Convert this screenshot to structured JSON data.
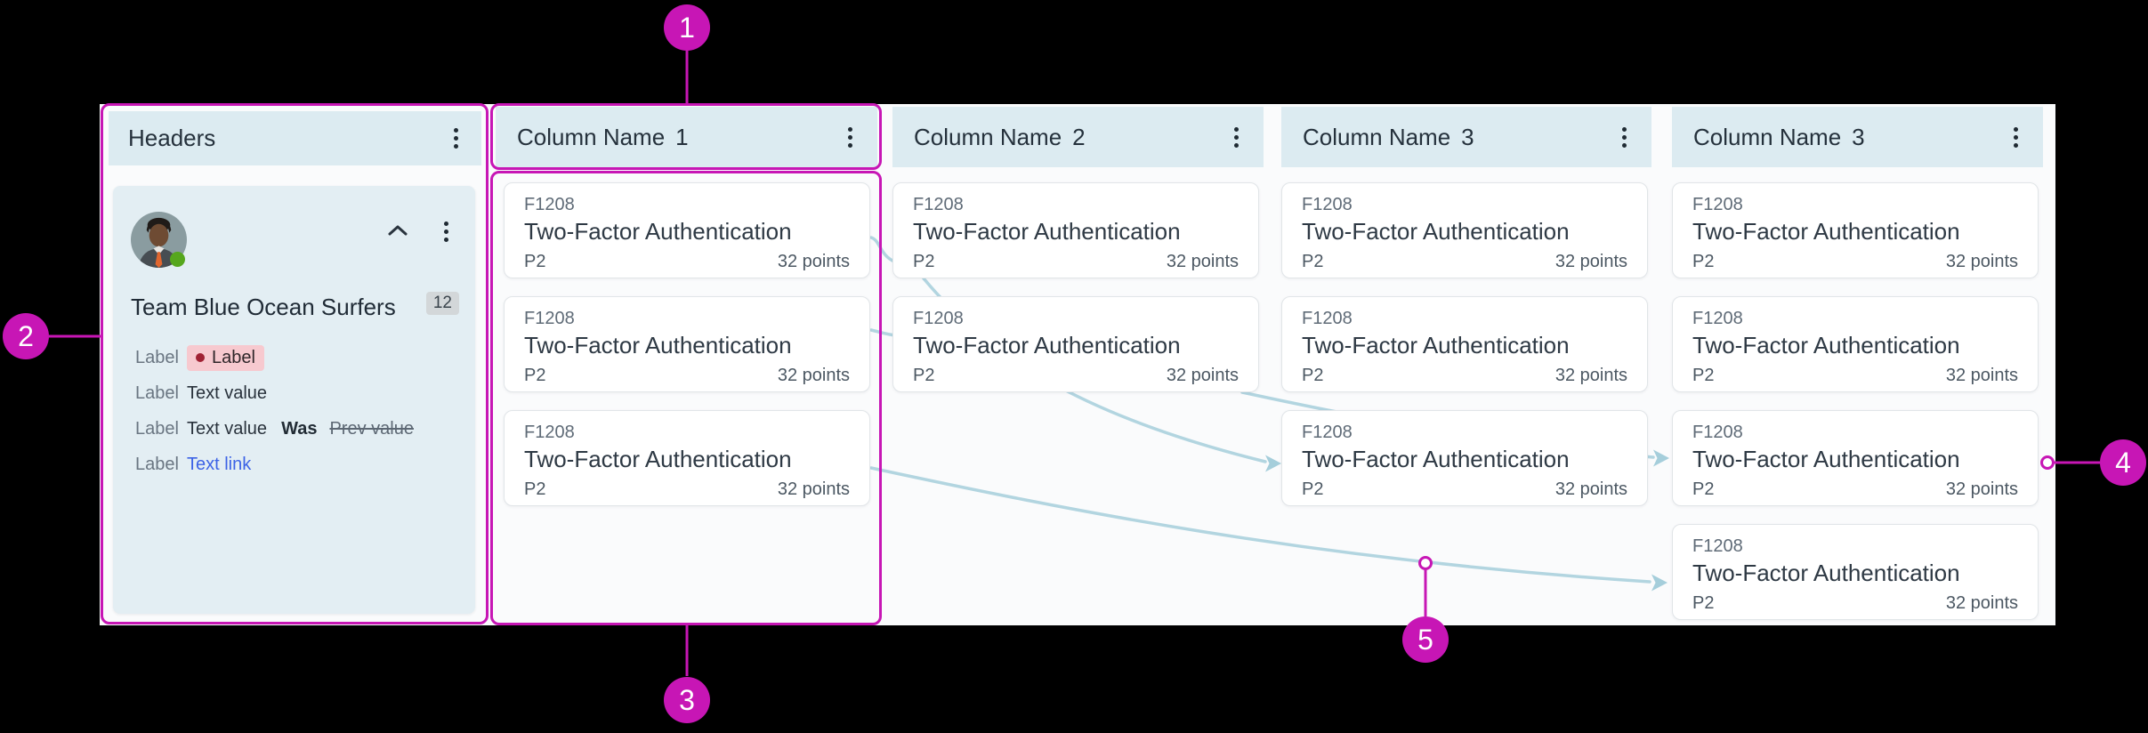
{
  "colors": {
    "annotation_accent": "#C716B5",
    "connector_blue": "#B2D5E0",
    "connector_arrow": "#A5CEDB",
    "column_header_bg": "#DCEBF1",
    "team_card_bg": "#E3EEF3",
    "link_blue": "#3C63E6",
    "label_badge_bg": "#F7C9CF",
    "label_badge_dot": "#A02133",
    "presence_green": "#56A71D",
    "canvas_bg": "#000000",
    "board_bg": "#FAFBFC"
  },
  "annotations": {
    "markers": [
      "1",
      "2",
      "3",
      "4",
      "5"
    ]
  },
  "headers_panel": {
    "title": "Headers",
    "team_card": {
      "name": "Team Blue Ocean Surfers",
      "count": "12",
      "fields": [
        {
          "label": "Label",
          "badge": "Label"
        },
        {
          "label": "Label",
          "value": "Text value"
        },
        {
          "label": "Label",
          "value": "Text value",
          "was": "Was",
          "prev": "Prev value"
        },
        {
          "label": "Label",
          "link": "Text link"
        }
      ]
    }
  },
  "columns": [
    {
      "name": "Column Name",
      "number": "1",
      "cards": [
        {
          "id": "F1208",
          "title": "Two-Factor Authentication",
          "priority": "P2",
          "points": "32 points"
        },
        {
          "id": "F1208",
          "title": "Two-Factor Authentication",
          "priority": "P2",
          "points": "32 points"
        },
        {
          "id": "F1208",
          "title": "Two-Factor Authentication",
          "priority": "P2",
          "points": "32 points"
        }
      ]
    },
    {
      "name": "Column Name",
      "number": "2",
      "cards": [
        {
          "id": "F1208",
          "title": "Two-Factor Authentication",
          "priority": "P2",
          "points": "32 points"
        },
        {
          "id": "F1208",
          "title": "Two-Factor Authentication",
          "priority": "P2",
          "points": "32 points"
        }
      ]
    },
    {
      "name": "Column Name",
      "number": "3",
      "cards": [
        {
          "id": "F1208",
          "title": "Two-Factor Authentication",
          "priority": "P2",
          "points": "32 points"
        },
        {
          "id": "F1208",
          "title": "Two-Factor Authentication",
          "priority": "P2",
          "points": "32 points"
        },
        {
          "id": "F1208",
          "title": "Two-Factor Authentication",
          "priority": "P2",
          "points": "32 points"
        }
      ]
    },
    {
      "name": "Column Name",
      "number": "3",
      "cards": [
        {
          "id": "F1208",
          "title": "Two-Factor Authentication",
          "priority": "P2",
          "points": "32 points"
        },
        {
          "id": "F1208",
          "title": "Two-Factor Authentication",
          "priority": "P2",
          "points": "32 points"
        },
        {
          "id": "F1208",
          "title": "Two-Factor Authentication",
          "priority": "P2",
          "points": "32 points"
        },
        {
          "id": "F1208",
          "title": "Two-Factor Authentication",
          "priority": "P2",
          "points": "32 points"
        }
      ]
    }
  ]
}
